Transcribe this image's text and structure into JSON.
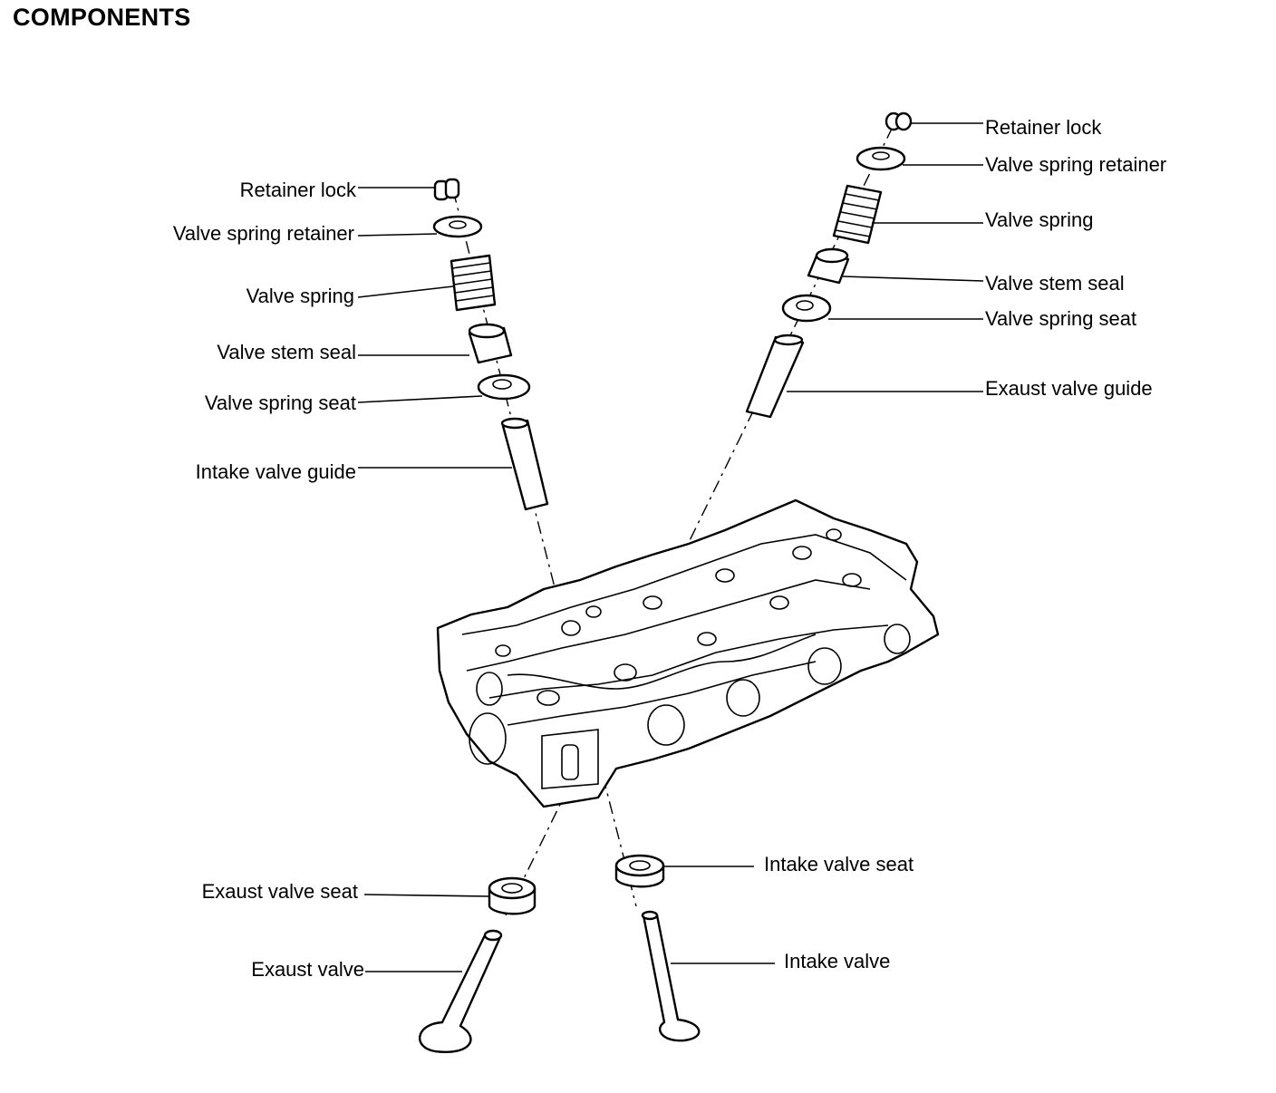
{
  "title": "COMPONENTS",
  "labels": {
    "left_retainer_lock": "Retainer lock",
    "left_valve_spring_retainer": "Valve spring retainer",
    "left_valve_spring": "Valve spring",
    "left_valve_stem_seal": "Valve stem seal",
    "left_valve_spring_seat": "Valve spring seat",
    "intake_valve_guide": "Intake valve guide",
    "right_retainer_lock": "Retainer lock",
    "right_valve_spring_retainer": "Valve spring retainer",
    "right_valve_spring": "Valve spring",
    "right_valve_stem_seal": "Valve stem seal",
    "right_valve_spring_seat": "Valve spring seat",
    "exhaust_valve_guide": "Exaust valve guide",
    "exhaust_valve_seat": "Exaust valve seat",
    "exhaust_valve": "Exaust valve",
    "intake_valve_seat": "Intake valve seat",
    "intake_valve": "Intake valve"
  }
}
